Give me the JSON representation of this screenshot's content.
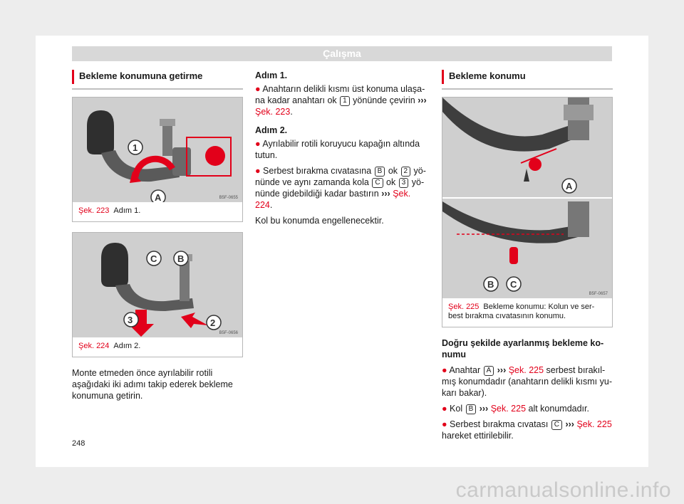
{
  "header": {
    "title": "Çalışma"
  },
  "left": {
    "title": "Bekleme konumuna getirme",
    "fig1": {
      "code": "B5F-0655",
      "ref": "Şek. 223",
      "caption": "Adım 1.",
      "labels": [
        "1",
        "A"
      ]
    },
    "fig2": {
      "code": "B5F-0656",
      "ref": "Şek. 224",
      "caption": "Adım 2.",
      "labels": [
        "C",
        "B",
        "3",
        "2"
      ]
    },
    "intro": "Monte etmeden önce ayrılabilir rotili aşağıdaki iki adımı takip ederek bekleme konumuna getirin."
  },
  "mid": {
    "step1": "Adım 1.",
    "b1": {
      "dot": "●",
      "t1": " Anahtarın delikli kısmı üst konuma ulaşa-na kadar anahtarı ok ",
      "k1": "1",
      "t2": " yönünde çevirin ",
      "chev": "›››",
      "ref": "Şek. 223",
      "t3": "."
    },
    "step2": "Adım 2.",
    "b2": {
      "dot": "●",
      "t1": " Ayrılabilir rotili koruyucu kapağın altında tutun."
    },
    "b3": {
      "dot": "●",
      "t1": " Serbest bırakma cıvatasına ",
      "k1": "B",
      "t2": " ok ",
      "k2": "2",
      "t3": " yö-nünde ve aynı zamanda kola ",
      "k3": "C",
      "t4": " ok ",
      "k4": "3",
      "t5": " yö-nünde gidebildiği kadar bastırın ",
      "chev": "›››",
      "ref": "Şek. 224",
      "t6": "."
    },
    "closing": "Kol bu konumda engellenecektir."
  },
  "right": {
    "title": "Bekleme konumu",
    "fig": {
      "code": "B5F-0657",
      "ref": "Şek. 225",
      "caption": "Bekleme konumu: Kolun ve ser-best bırakma cıvatasının konumu.",
      "labels": [
        "A",
        "B",
        "C"
      ]
    },
    "subhead": "Doğru şekilde ayarlanmış bekleme ko-numu",
    "b1": {
      "dot": "●",
      "t1": " Anahtar ",
      "k1": "A",
      "chev": " ››› ",
      "ref": "Şek. 225",
      "t2": " serbest bırakıl-mış konumdadır (anahtarın delikli kısmı yu-karı bakar)."
    },
    "b2": {
      "dot": "●",
      "t1": " Kol ",
      "k1": "B",
      "chev": " ››› ",
      "ref": "Şek. 225",
      "t2": " alt konumdadır."
    },
    "b3": {
      "dot": "●",
      "t1": " Serbest bırakma cıvatası ",
      "k1": "C",
      "chev": " ››› ",
      "ref": "Şek. 225",
      "t2": " hareket ettirilebilir."
    }
  },
  "footer": {
    "page": "248",
    "watermark": "carmanualsonline.info"
  },
  "colors": {
    "accent": "#e2001a",
    "header_bg": "#d8d8d8"
  }
}
